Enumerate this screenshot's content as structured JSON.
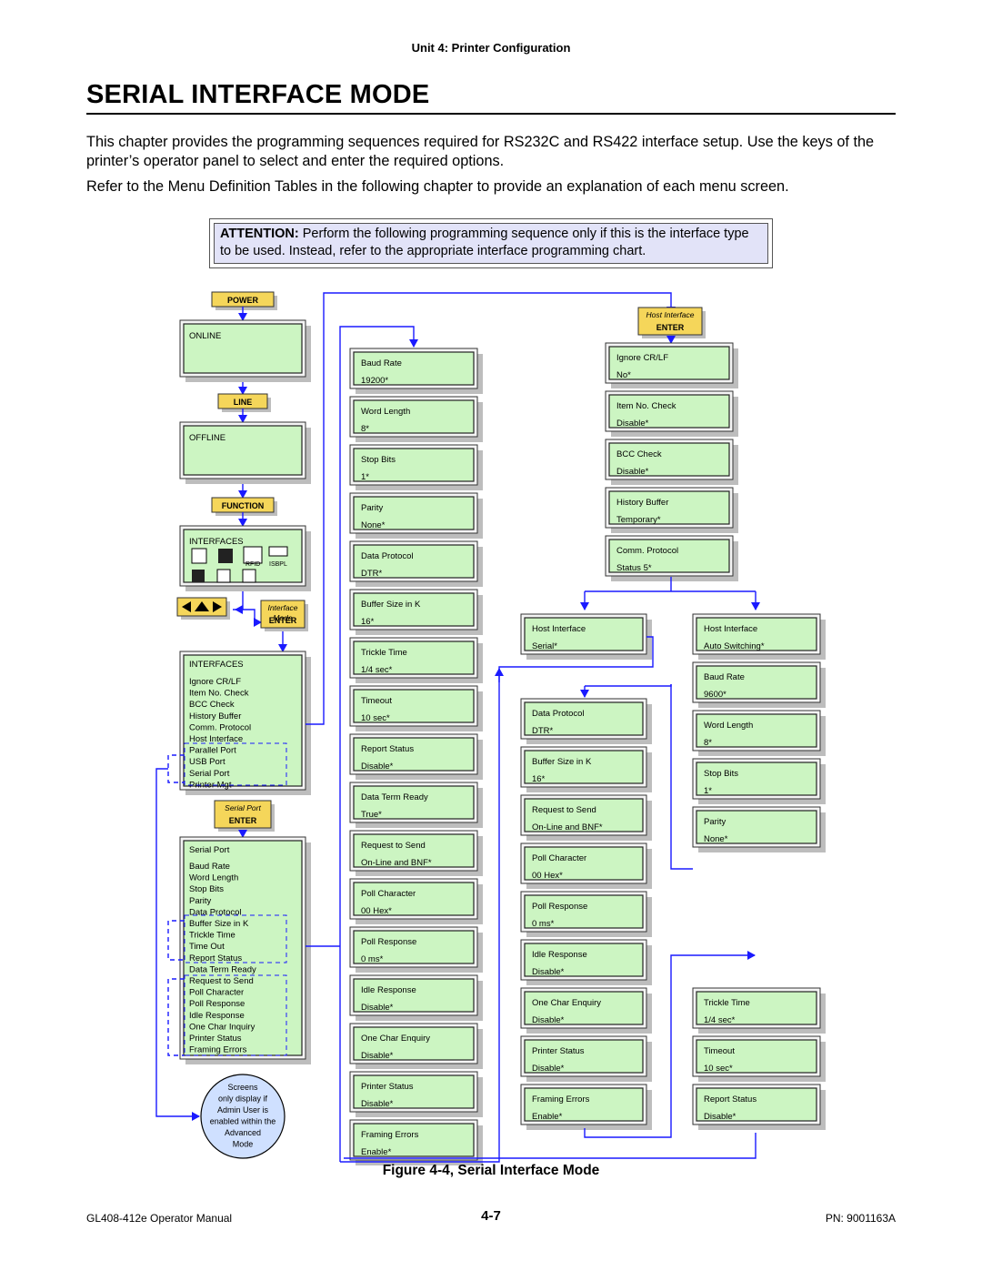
{
  "header": {
    "running_title": "Unit 4:  Printer Configuration"
  },
  "title": "SERIAL INTERFACE MODE",
  "intro_paragraph_1": "This chapter provides the programming sequences required for RS232C and RS422 interface setup. Use the keys of the printer’s operator panel to select and enter the required options.",
  "intro_paragraph_2": "Refer to the Menu Definition Tables in the following chapter to provide an explanation of each menu screen.",
  "attention": {
    "label": "ATTENTION:",
    "text": "Perform the following programming sequence only if this is the interface type to be used. Instead, refer to the appropriate interface programming chart."
  },
  "diagram": {
    "colors": {
      "screen_fill": "#ccf5c2",
      "key_fill": "#f5d65a",
      "circle_fill": "#cfe0ff",
      "arrow": "#1a1aff"
    },
    "keys": {
      "power": "POWER",
      "line": "LINE",
      "function": "FUNCTION",
      "interface_mode_top": "Interface",
      "interface_mode_mid": "Mode",
      "enter": "ENTER",
      "serial_port_top": "Serial Port",
      "host_interface_top": "Host Interface"
    },
    "screens": {
      "online": "ONLINE",
      "offline": "OFFLINE",
      "interfaces_icons": "INTERFACES",
      "interfaces_menu_title": "INTERFACES",
      "interfaces_menu_items": [
        "Ignore CR/LF",
        "Item No. Check",
        "BCC Check",
        "History Buffer",
        "Comm. Protocol",
        "Host Interface",
        "Parallel Port",
        "USB Port",
        "Serial Port",
        "Printer Mgt"
      ],
      "serial_menu_title": "Serial Port",
      "serial_menu_items": [
        "Baud Rate",
        "Word Length",
        "Stop Bits",
        "Parity",
        "Data Protocol",
        "Buffer Size in K",
        "Trickle Time",
        "Time Out",
        "Report Status",
        "Data Term Ready",
        "Request to Send",
        "Poll Character",
        "Poll Response",
        "Idle Response",
        "One Char Inquiry",
        "Printer Status",
        "Framing Errors"
      ]
    },
    "col2": [
      {
        "label": "Baud Rate",
        "value": "19200*"
      },
      {
        "label": "Word Length",
        "value": "8*"
      },
      {
        "label": "Stop Bits",
        "value": "1*"
      },
      {
        "label": "Parity",
        "value": "None*"
      },
      {
        "label": "Data Protocol",
        "value": "DTR*"
      },
      {
        "label": "Buffer Size in K",
        "value": "16*"
      },
      {
        "label": "Trickle Time",
        "value": "1/4 sec*"
      },
      {
        "label": "Timeout",
        "value": "10 sec*"
      },
      {
        "label": "Report Status",
        "value": "Disable*"
      },
      {
        "label": "Data Term Ready",
        "value": "True*"
      },
      {
        "label": "Request to Send",
        "value": "On-Line and BNF*"
      },
      {
        "label": "Poll Character",
        "value": "00  Hex*"
      },
      {
        "label": "Poll Response",
        "value": "0  ms*"
      },
      {
        "label": "Idle Response",
        "value": "Disable*"
      },
      {
        "label": "One Char Enquiry",
        "value": "Disable*"
      },
      {
        "label": "Printer Status",
        "value": "Disable*"
      },
      {
        "label": "Framing Errors",
        "value": "Enable*"
      }
    ],
    "host_col": [
      {
        "label": "Ignore CR/LF",
        "value": "No*"
      },
      {
        "label": "Item No. Check",
        "value": "Disable*"
      },
      {
        "label": "BCC Check",
        "value": "Disable*"
      },
      {
        "label": "History Buffer",
        "value": "Temporary*"
      },
      {
        "label": "Comm. Protocol",
        "value": "Status 5*"
      }
    ],
    "col3": [
      {
        "label": "Host Interface",
        "value": "Serial*"
      },
      {
        "label": "Data Protocol",
        "value": "DTR*"
      },
      {
        "label": "Buffer Size in K",
        "value": "16*"
      },
      {
        "label": "Request to Send",
        "value": "On-Line and BNF*"
      },
      {
        "label": "Poll Character",
        "value": "00  Hex*"
      },
      {
        "label": "Poll Response",
        "value": "0  ms*"
      },
      {
        "label": "Idle Response",
        "value": "Disable*"
      },
      {
        "label": "One Char Enquiry",
        "value": "Disable*"
      },
      {
        "label": "Printer Status",
        "value": "Disable*"
      },
      {
        "label": "Framing Errors",
        "value": "Enable*"
      }
    ],
    "col4": [
      {
        "label": "Host Interface",
        "value": "Auto Switching*"
      },
      {
        "label": "Baud Rate",
        "value": "9600*"
      },
      {
        "label": "Word Length",
        "value": "8*"
      },
      {
        "label": "Stop Bits",
        "value": "1*"
      },
      {
        "label": "Parity",
        "value": "None*"
      },
      {
        "label": "Trickle Time",
        "value": "1/4 sec*"
      },
      {
        "label": "Timeout",
        "value": "10 sec*"
      },
      {
        "label": "Report Status",
        "value": "Disable*"
      }
    ],
    "admin_note": [
      "Screens",
      "only display if",
      "Admin User is",
      "enabled within the",
      "Advanced",
      "Mode"
    ],
    "icon_labels": [
      "RFID",
      "ISBPL"
    ]
  },
  "figure_caption": "Figure 4-4, Serial Interface Mode",
  "footer": {
    "left": "GL408-412e Operator Manual",
    "center": "4-7",
    "right": "PN: 9001163A"
  }
}
